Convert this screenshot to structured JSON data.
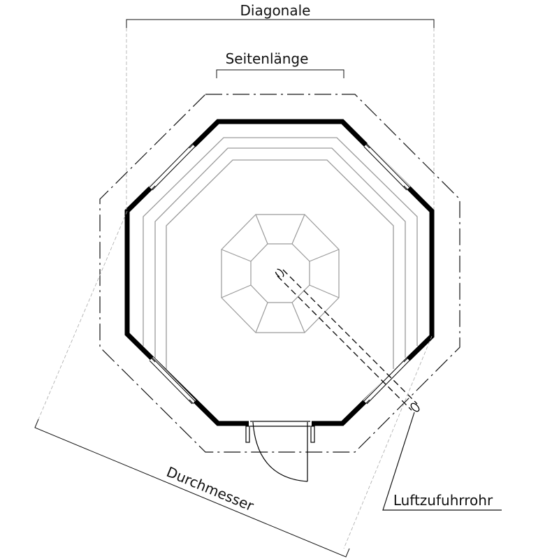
{
  "labels": {
    "diagonal": "Diagonale",
    "side_length": "Seitenlänge",
    "diameter": "Durchmesser",
    "air_pipe": "Luftzufuhrrohr"
  },
  "colors": {
    "wall": "#000000",
    "line": "#111111",
    "gray_line": "#9a9a9a",
    "background": "#ffffff"
  }
}
